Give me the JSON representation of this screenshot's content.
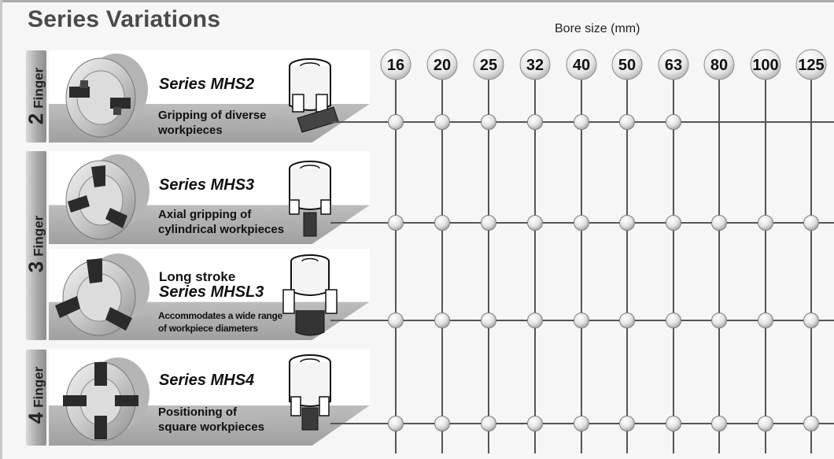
{
  "title": "Series Variations",
  "bore_axis_label": "Bore size (mm)",
  "bore_sizes": [
    "16",
    "20",
    "25",
    "32",
    "40",
    "50",
    "63",
    "80",
    "100",
    "125"
  ],
  "groups": [
    {
      "num": "2",
      "word": "Finger"
    },
    {
      "num": "3",
      "word": "Finger"
    },
    {
      "num": "4",
      "word": "Finger"
    }
  ],
  "series": [
    {
      "prefix": "",
      "name": "Series MHS2",
      "lines": [
        "Gripping of diverse",
        "workpieces"
      ],
      "small": false,
      "available": [
        "16",
        "20",
        "25",
        "32",
        "40",
        "50",
        "63"
      ]
    },
    {
      "prefix": "",
      "name": "Series MHS3",
      "lines": [
        "Axial gripping of",
        "cylindrical workpieces"
      ],
      "small": false,
      "available": [
        "16",
        "20",
        "25",
        "32",
        "40",
        "50",
        "63",
        "80",
        "100",
        "125"
      ]
    },
    {
      "prefix": "Long stroke",
      "name": "Series MHSL3",
      "lines": [
        "Accommodates a wide range",
        "of workpiece diameters"
      ],
      "small": true,
      "available": [
        "16",
        "20",
        "25",
        "32",
        "40",
        "50",
        "63",
        "80",
        "100",
        "125"
      ]
    },
    {
      "prefix": "",
      "name": "Series MHS4",
      "lines": [
        "Positioning of",
        "square workpieces"
      ],
      "small": false,
      "available": [
        "16",
        "20",
        "25",
        "32",
        "40",
        "50",
        "63",
        "80",
        "100",
        "125"
      ]
    }
  ],
  "icons": {
    "photos": [
      "gripper-2-finger-photo",
      "gripper-3-finger-photo",
      "gripper-long-stroke-3-finger-photo",
      "gripper-4-finger-photo"
    ],
    "diagrams": [
      "gripper-2-finger-diagram",
      "gripper-3-finger-diagram",
      "gripper-long-stroke-3-finger-diagram",
      "gripper-4-finger-diagram"
    ]
  },
  "colors": {
    "title": "#4a4a4a",
    "grid_line": "#555555",
    "node": "#e8e8e8"
  }
}
